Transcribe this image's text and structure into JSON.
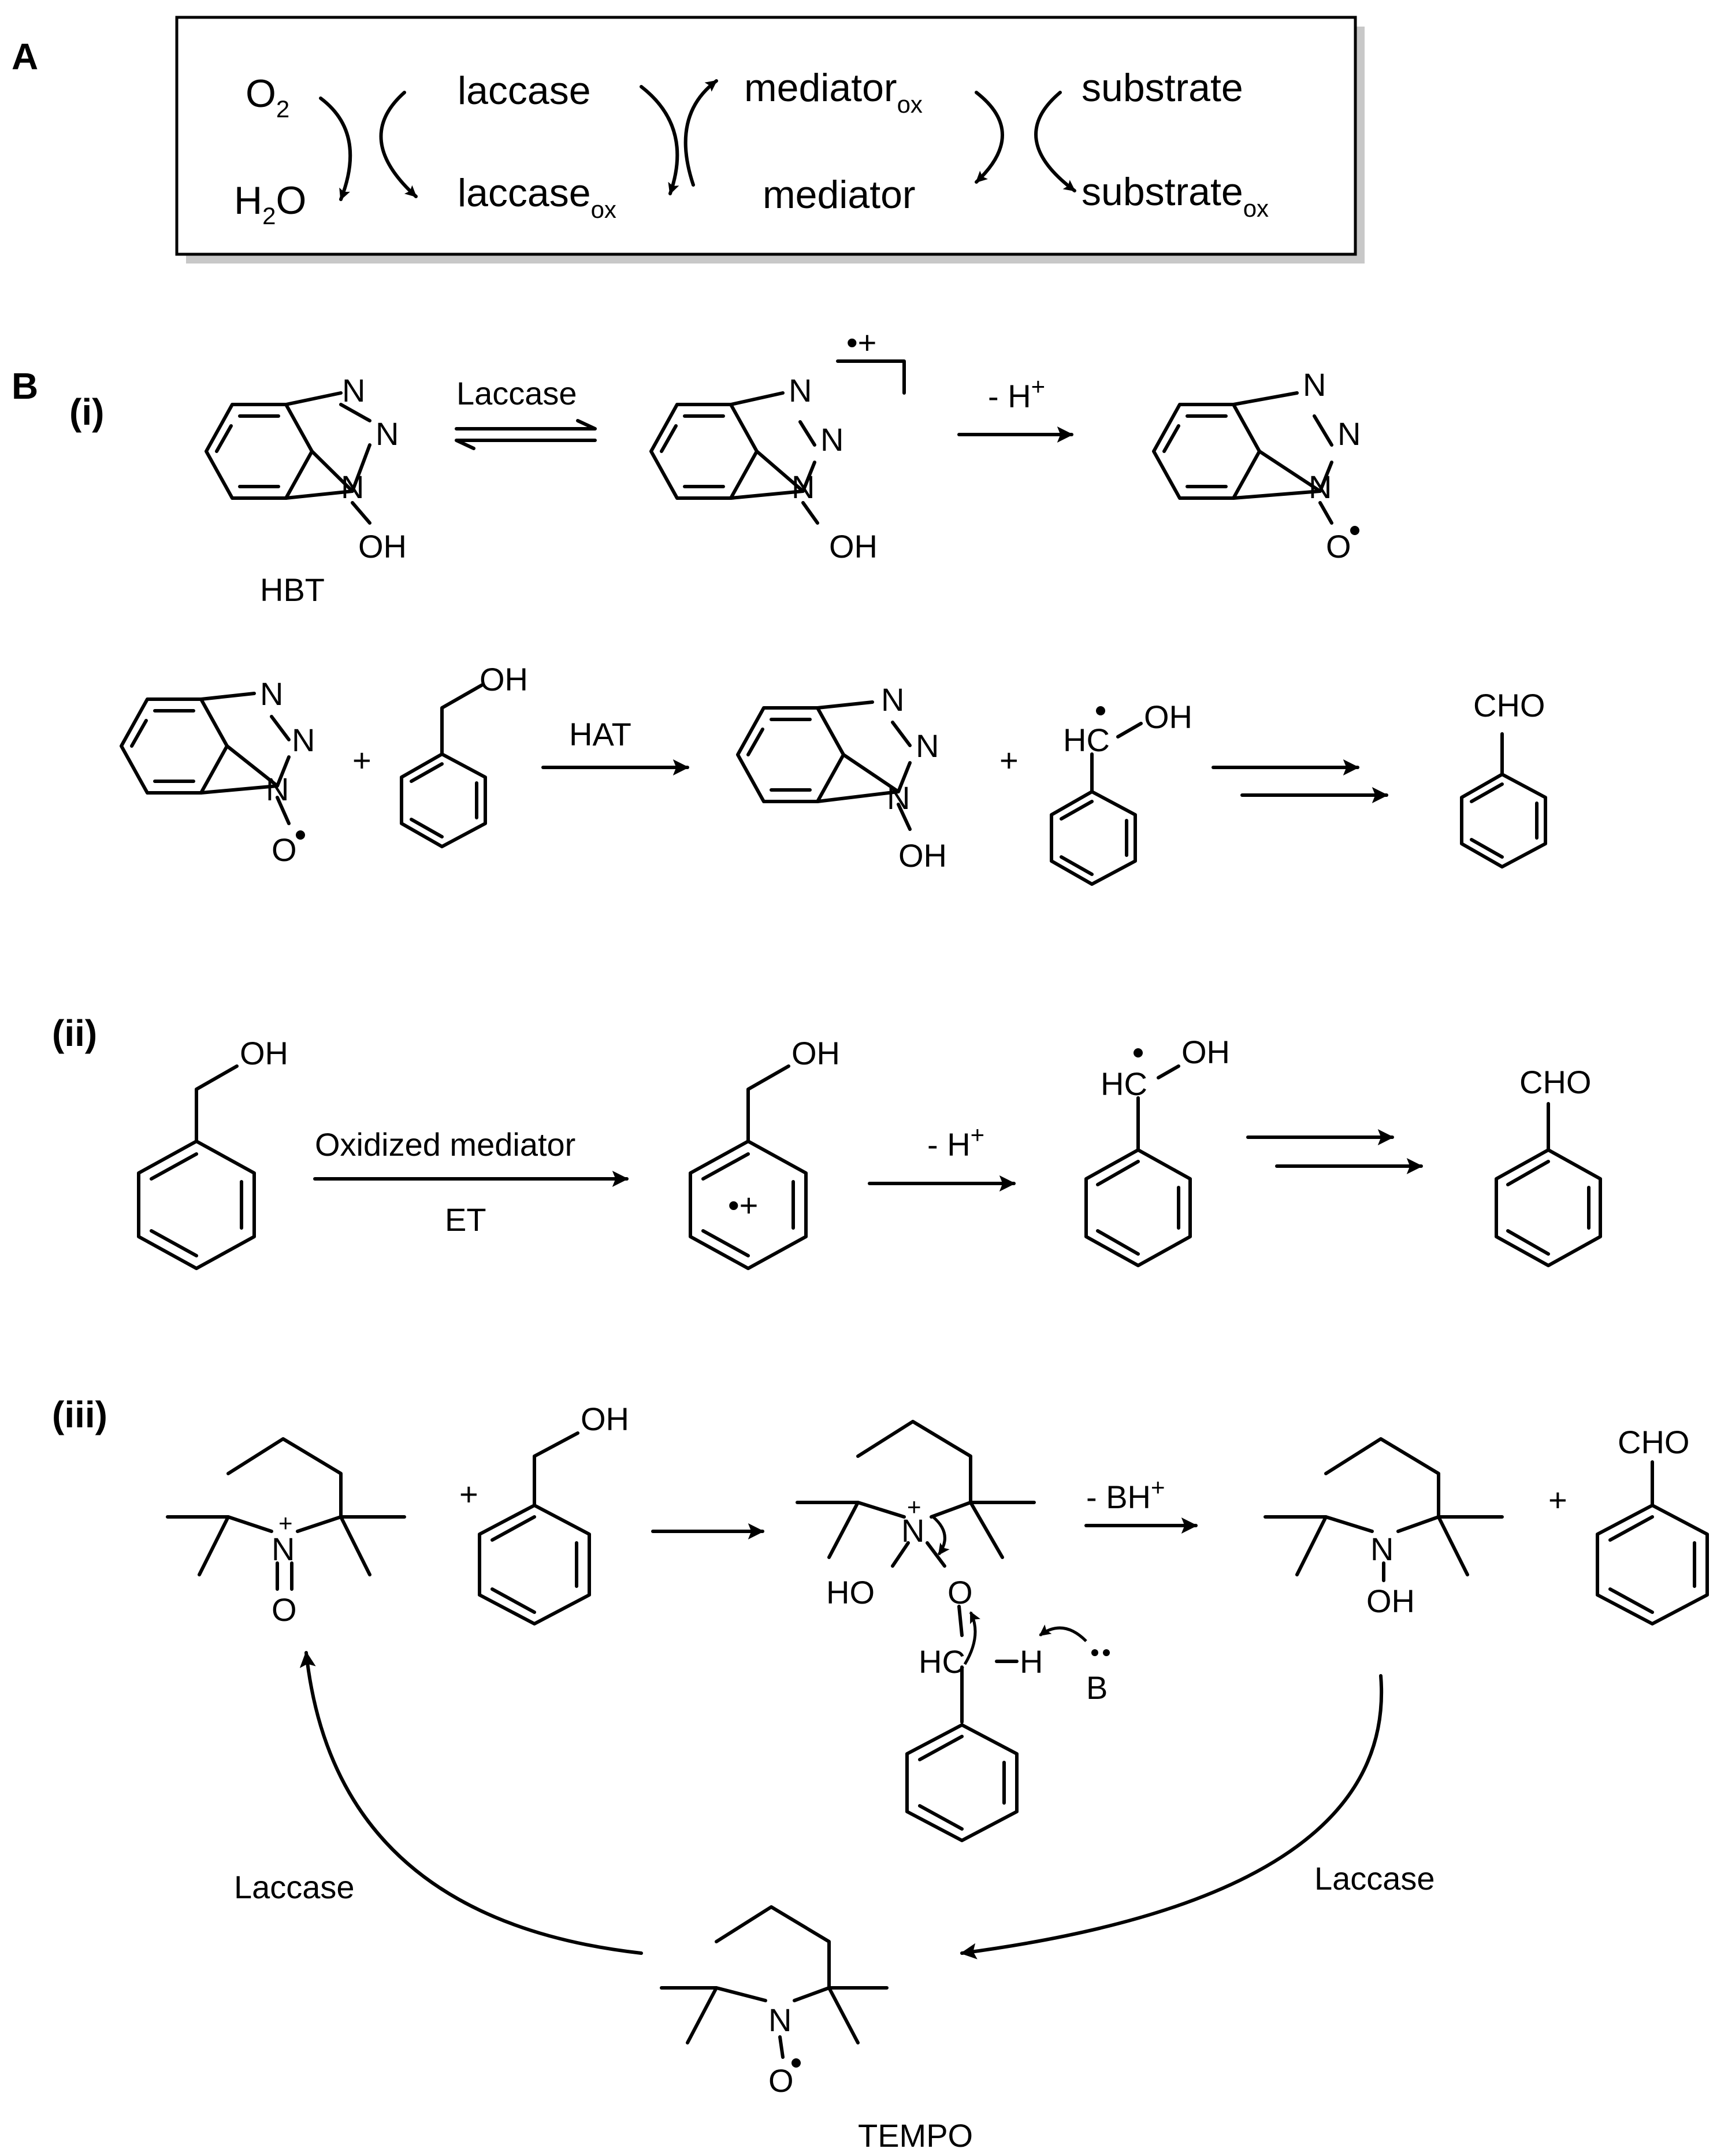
{
  "panel_labels": {
    "a": "A",
    "b": "B",
    "i": "(i)",
    "ii": "(ii)",
    "iii": "(iii)"
  },
  "panel_a": {
    "o2": "O",
    "o2_sub": "2",
    "h2o_h": "H",
    "h2o_sub": "2",
    "h2o_o": "O",
    "laccase": "laccase",
    "laccase_ox": "laccase",
    "laccase_ox_sub": "ox",
    "mediator_ox": "mediator",
    "mediator_ox_sub": "ox",
    "mediator": "mediator",
    "substrate": "substrate",
    "substrate_ox": "substrate",
    "substrate_ox_sub": "ox"
  },
  "scheme_i": {
    "hbt_label": "HBT",
    "laccase_label": "Laccase",
    "minus_h": "- H",
    "plus_sup": "+",
    "radical_cation": "•+",
    "hat_label": "HAT",
    "plus": "+",
    "atom_N": "N",
    "atom_OH": "OH",
    "atom_O": "O",
    "atom_HC": "HC",
    "atom_CHO": "CHO"
  },
  "scheme_ii": {
    "oxidized_mediator": "Oxidized mediator",
    "et_label": "ET",
    "minus_h": "- H",
    "plus_sup": "+",
    "ring_radical_cation": "•+"
  },
  "scheme_iii": {
    "minus_bh": "- BH",
    "plus_sup": "+",
    "plus": "+",
    "atom_N": "N",
    "atom_O": "O",
    "atom_HO": "HO",
    "atom_OH": "OH",
    "atom_HC": "HC",
    "atom_H": "H",
    "atom_B": "B",
    "atom_CHO": "CHO",
    "laccase_left": "Laccase",
    "laccase_right": "Laccase",
    "tempo_label": "TEMPO"
  }
}
